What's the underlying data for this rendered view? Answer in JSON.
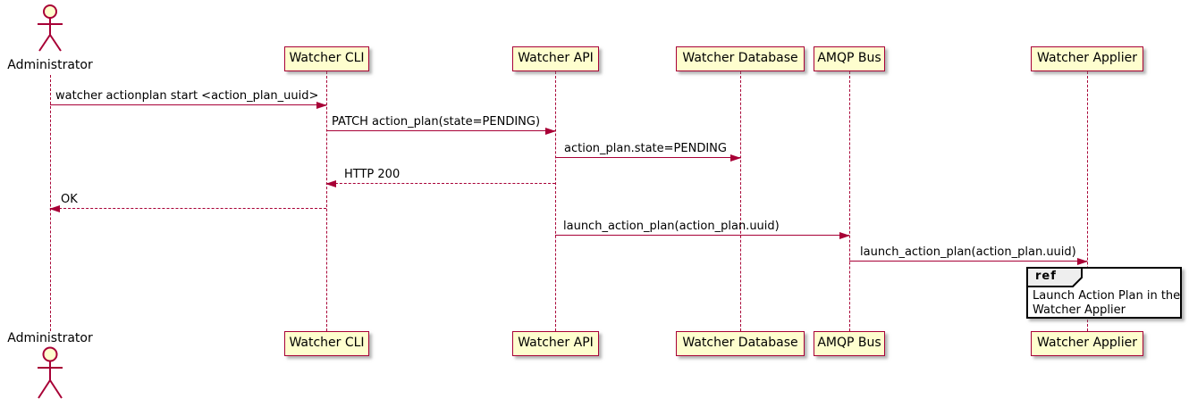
{
  "diagram": {
    "type": "sequence-diagram",
    "colors": {
      "participant_fill": "#FEFECE",
      "stroke": "#A80036",
      "text": "#000000",
      "ref_fill": "#FFFFFF",
      "ref_tag_fill": "#EEEEEE",
      "ref_border": "#000000"
    },
    "actor": {
      "name": "Administrator"
    },
    "participants": [
      {
        "label": "Watcher CLI"
      },
      {
        "label": "Watcher API"
      },
      {
        "label": "Watcher Database"
      },
      {
        "label": "AMQP Bus"
      },
      {
        "label": "Watcher Applier"
      }
    ],
    "messages": [
      {
        "from": "Administrator",
        "to": "Watcher CLI",
        "style": "solid",
        "label": "watcher actionplan start <action_plan_uuid>"
      },
      {
        "from": "Watcher CLI",
        "to": "Watcher API",
        "style": "solid",
        "label": "PATCH action_plan(state=PENDING)"
      },
      {
        "from": "Watcher API",
        "to": "Watcher Database",
        "style": "solid",
        "label": "action_plan.state=PENDING"
      },
      {
        "from": "Watcher API",
        "to": "Watcher CLI",
        "style": "dashed",
        "label": "HTTP 200"
      },
      {
        "from": "Watcher CLI",
        "to": "Administrator",
        "style": "dashed",
        "label": "OK"
      },
      {
        "from": "Watcher API",
        "to": "AMQP Bus",
        "style": "solid",
        "label": "launch_action_plan(action_plan.uuid)"
      },
      {
        "from": "AMQP Bus",
        "to": "Watcher Applier",
        "style": "solid",
        "label": "launch_action_plan(action_plan.uuid)"
      }
    ],
    "ref": {
      "keyword": "ref",
      "over": "Watcher Applier",
      "line1": "Launch Action Plan in the",
      "line2": "Watcher Applier"
    }
  }
}
